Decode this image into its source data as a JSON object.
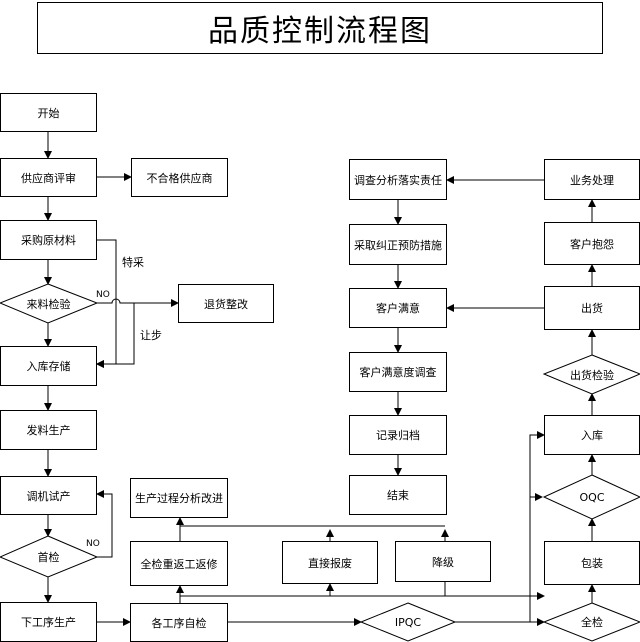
{
  "title": "品质控制流程图",
  "nodes": {
    "start": "开始",
    "supplier_review": "供应商评审",
    "unqualified_supplier": "不合格供应商",
    "purchase": "采购原材料",
    "incoming_inspection": "来料检验",
    "return_rectify": "退货整改",
    "warehouse_in": "入库存储",
    "material_issue": "发料生产",
    "trial_run": "调机试产",
    "first_inspection": "首检",
    "next_process": "下工序生产",
    "self_inspection": "各工序自检",
    "ipqc": "IPQC",
    "full_inspection": "全检",
    "full_rework": "全检重返工返修",
    "process_improve": "生产过程分析改进",
    "direct_scrap": "直接报废",
    "downgrade": "降级",
    "packaging": "包装",
    "oqc": "OQC",
    "storage": "入库",
    "shipment_inspection": "出货检验",
    "shipment": "出货",
    "customer_complaint": "客户抱怨",
    "business_handle": "业务处理",
    "investigate": "调查分析落实责任",
    "corrective": "采取纠正预防措施",
    "satisfied": "客户满意",
    "satisfaction_survey": "客户满意度调查",
    "record_archive": "记录归档",
    "end": "结束"
  },
  "labels": {
    "special_purchase": "特采",
    "concession": "让步",
    "no_incoming": "NO",
    "no_first": "NO"
  }
}
